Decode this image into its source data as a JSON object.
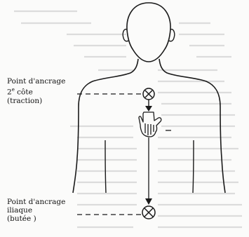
{
  "labels": {
    "top": {
      "line1": "Point d'ancrage",
      "line2_prefix": "2",
      "line2_sup": "e",
      "line2_suffix": " côte",
      "line3": "(traction)"
    },
    "bottom": {
      "line1": "Point d'ancrage",
      "line2": "iliaque",
      "line3": "(butée )"
    }
  },
  "colors": {
    "ink": "#1a1a1a",
    "background": "#fbfbfa",
    "ghost_text": "#d6d6d6"
  },
  "icons": {
    "top_anchor": "circled-x-icon",
    "bottom_anchor": "circled-x-icon",
    "hand": "hand-icon"
  }
}
